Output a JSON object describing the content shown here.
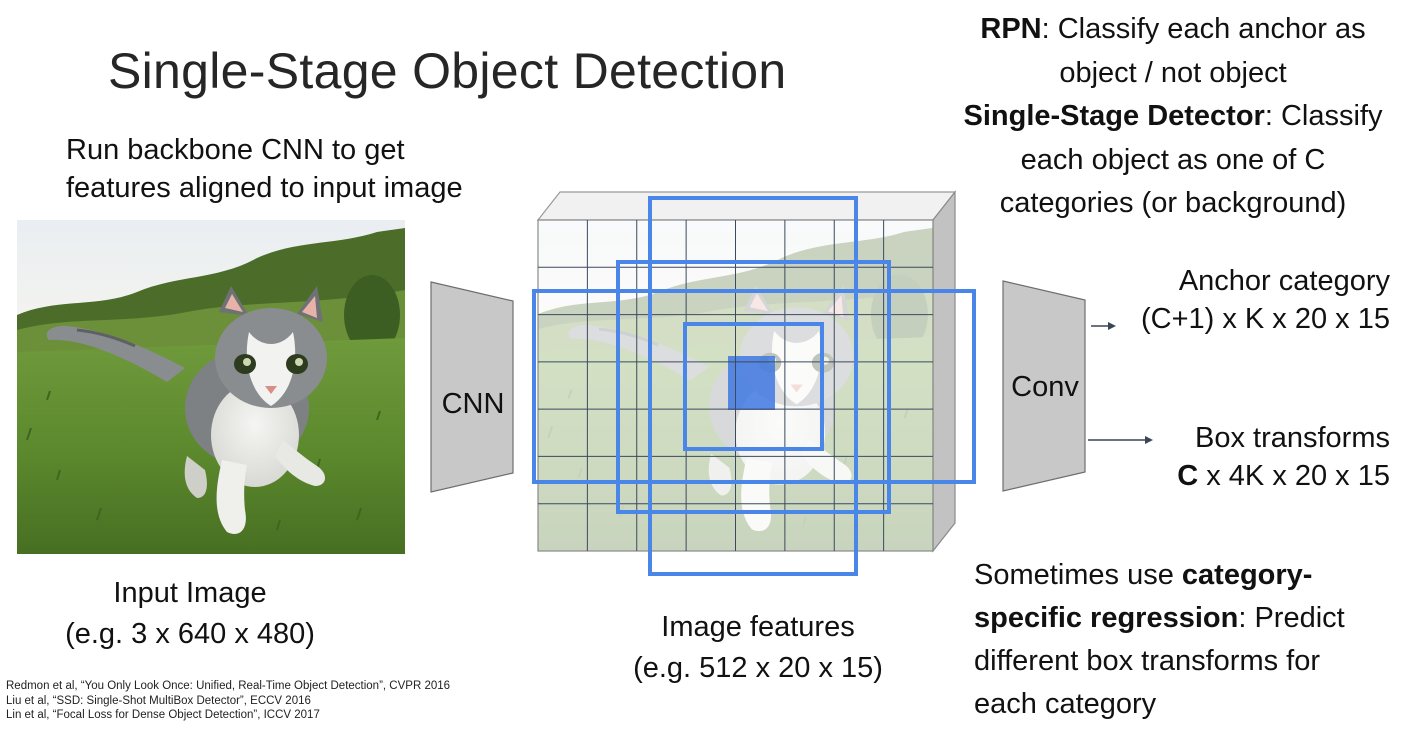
{
  "slide": {
    "title": "Single-Stage Object Detection",
    "backbone_caption": {
      "line1": "Run backbone CNN to get",
      "line2": "features aligned to input image"
    },
    "rpn_note": {
      "line1_bold": "RPN",
      "line1_rest": ": Classify each anchor as",
      "line2": "object / not object",
      "line3_bold": "Single-Stage Detector",
      "line3_rest": ": Classify",
      "line4": "each object as one of C",
      "line5": "categories (or background)"
    },
    "cnn_label": "CNN",
    "conv_label": "Conv",
    "anchor_output": {
      "line1": "Anchor category",
      "line2": "(C+1) x K x 20 x 15"
    },
    "box_output": {
      "line1": "Box transforms",
      "line2_bold": "C",
      "line2_rest": " x 4K x 20 x 15"
    },
    "input_caption": {
      "line1": "Input Image",
      "line2": "(e.g. 3 x 640 x 480)"
    },
    "features_caption": {
      "line1": "Image features",
      "line2": "(e.g. 512 x 20 x 15)"
    },
    "regression_note": {
      "line1_rest": "Sometimes use ",
      "line1_bold": "category-",
      "line2_bold": "specific regression",
      "line2_rest": ": Predict",
      "line3": "different box transforms for",
      "line4": "each category"
    },
    "references": [
      "Redmon et al, “You Only Look Once:  Unified, Real-Time Object Detection”, CVPR 2016",
      "Liu et al, “SSD: Single-Shot MultiBox Detector”, ECCV 2016",
      "Lin et al, “Focal Loss for Dense Object Detection”, ICCV 2017"
    ],
    "colors": {
      "anchor_box": "#4a86e8",
      "block_gray": "#c8c8c8",
      "grid_line": "#3b4a5e",
      "highlight_cell": "#3f78e0"
    }
  }
}
